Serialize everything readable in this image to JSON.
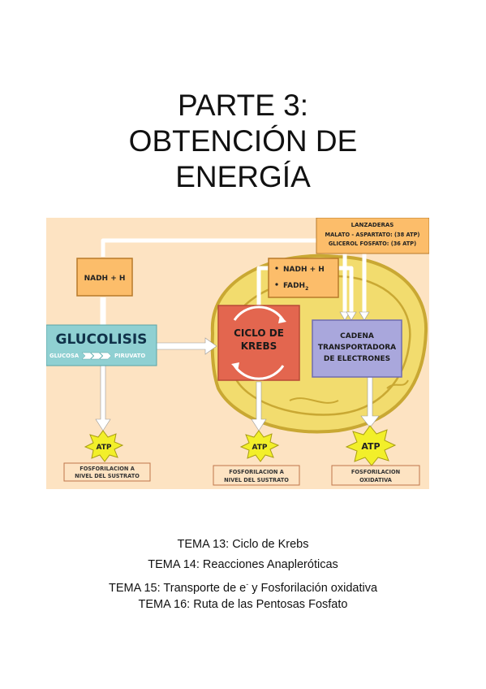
{
  "title": {
    "line1": "PARTE 3:",
    "line2": "OBTENCIÓN DE",
    "line3": "ENERGÍA"
  },
  "diagram": {
    "shuttles": {
      "heading": "LANZADERAS",
      "line1": "MALATO - ASPARTATO: (38 ATP)",
      "line2": "GLICEROL FOSFATO: (36 ATP)"
    },
    "nadh_box": "NADH + H",
    "krebs_products": {
      "item1": "NADH + H",
      "item2": "FADH",
      "item2_sub": "2"
    },
    "glycolysis": {
      "title": "GLUCOLISIS",
      "from": "GLUCOSA",
      "to": "PIRUVATO"
    },
    "krebs": {
      "line1": "CICLO DE",
      "line2": "KREBS"
    },
    "chain": {
      "line1": "CADENA",
      "line2": "TRANSPORTADORA",
      "line3": "DE ELECTRONES"
    },
    "atp_label": "ATP",
    "phos1": {
      "line1": "FOSFORILACION A",
      "line2": "NIVEL DEL SUSTRATO"
    },
    "phos2": {
      "line1": "FOSFORILACION A",
      "line2": "NIVEL DEL SUSTRATO"
    },
    "phos3": {
      "line1": "FOSFORILACION",
      "line2": "OXIDATIVA"
    },
    "colors": {
      "background": "#fde3c2",
      "mitochondria_fill": "#f2dc6e",
      "mitochondria_stroke": "#c9a833",
      "box_orange": "#fcbd6a",
      "glycolysis_teal": "#8fd0d2",
      "krebs_red": "#e3664f",
      "chain_purple": "#a9a7dc",
      "atp_yellow": "#f2ef2a",
      "arrow_fill": "#ffffff"
    }
  },
  "topics": {
    "t13": "TEMA 13: Ciclo de Krebs",
    "t14": "TEMA 14: Reacciones Anapleróticas",
    "t15_pre": "TEMA 15: Transporte de e",
    "t15_sup": "-",
    "t15_post": " y Fosforilación oxidativa",
    "t16": "TEMA 16: Ruta de las Pentosas Fosfato"
  }
}
